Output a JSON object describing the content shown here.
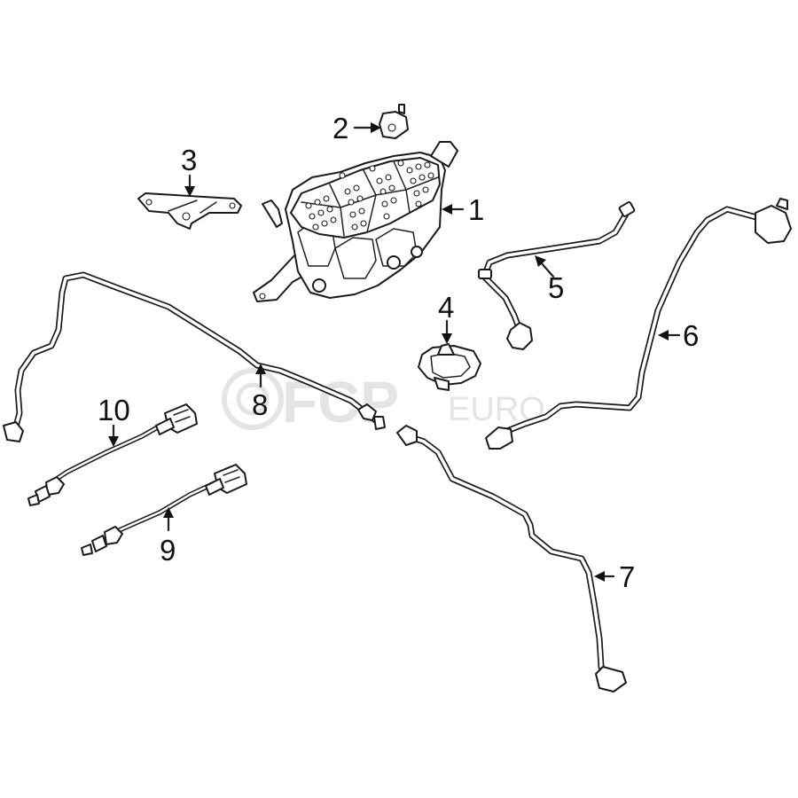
{
  "watermark": {
    "brand": "FCP",
    "suffix": "EURO"
  },
  "callouts": [
    {
      "id": "1",
      "part": "vapor-canister"
    },
    {
      "id": "2",
      "part": "mounting-bracket-small"
    },
    {
      "id": "3",
      "part": "canister-bracket"
    },
    {
      "id": "4",
      "part": "leak-detection-pump"
    },
    {
      "id": "5",
      "part": "purge-hose"
    },
    {
      "id": "6",
      "part": "vapor-hose"
    },
    {
      "id": "7",
      "part": "vent-line"
    },
    {
      "id": "8",
      "part": "vapor-line"
    },
    {
      "id": "9",
      "part": "oxygen-sensor-rear"
    },
    {
      "id": "10",
      "part": "oxygen-sensor-front"
    }
  ]
}
